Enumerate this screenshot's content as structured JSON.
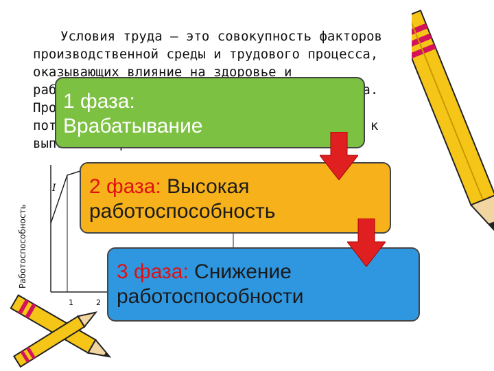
{
  "intro": {
    "lines": [
      "Условия труда – это совокупность факторов",
      "производственной среды и трудового процесса,",
      "оказывающих влияние на здоровье и",
      "работоспособность человека в процессе труда.",
      "Производственные факторы: опасные и",
      "потенциально вредные, воздействие человека к",
      "выполнению работы"
    ]
  },
  "chart": {
    "ylabel": "Работоспособность",
    "roman": "I",
    "ticks": [
      "1",
      "2"
    ]
  },
  "phases": [
    {
      "num_label": "1 фаза:",
      "title": "Врабатывание",
      "color": "#7dc142"
    },
    {
      "num_label": "2 фаза:",
      "title_line1": "Высокая",
      "title_line2": "работоспособность",
      "color": "#f7b21b"
    },
    {
      "num_label": "3 фаза:",
      "title_line1": "Снижение",
      "title_line2": "работоспособности",
      "color": "#2f97e0"
    }
  ],
  "colors": {
    "arrow": "#e02020",
    "pencil_body": "#f5c518",
    "pencil_stripe": "#d4145a"
  }
}
